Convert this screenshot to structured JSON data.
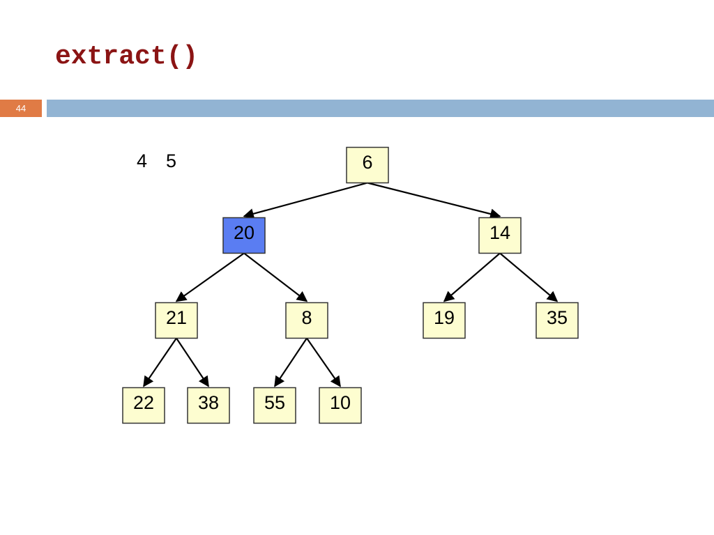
{
  "slide": {
    "title": "extract()",
    "number": "44",
    "stray_text": "4  5"
  },
  "heap": {
    "highlight_color": "#5a7df2",
    "node_fill": "#fdfdd0",
    "nodes": [
      {
        "id": "n6",
        "value": "6"
      },
      {
        "id": "n20",
        "value": "20",
        "highlighted": true
      },
      {
        "id": "n14",
        "value": "14"
      },
      {
        "id": "n21",
        "value": "21"
      },
      {
        "id": "n8",
        "value": "8"
      },
      {
        "id": "n19",
        "value": "19"
      },
      {
        "id": "n35",
        "value": "35"
      },
      {
        "id": "n22",
        "value": "22"
      },
      {
        "id": "n38",
        "value": "38"
      },
      {
        "id": "n55",
        "value": "55"
      },
      {
        "id": "n10",
        "value": "10"
      }
    ],
    "edges": [
      {
        "from": "n6",
        "to": "n20"
      },
      {
        "from": "n6",
        "to": "n14"
      },
      {
        "from": "n20",
        "to": "n21"
      },
      {
        "from": "n20",
        "to": "n8"
      },
      {
        "from": "n14",
        "to": "n19"
      },
      {
        "from": "n14",
        "to": "n35"
      },
      {
        "from": "n21",
        "to": "n22"
      },
      {
        "from": "n21",
        "to": "n38"
      },
      {
        "from": "n8",
        "to": "n55"
      },
      {
        "from": "n8",
        "to": "n10"
      }
    ]
  }
}
